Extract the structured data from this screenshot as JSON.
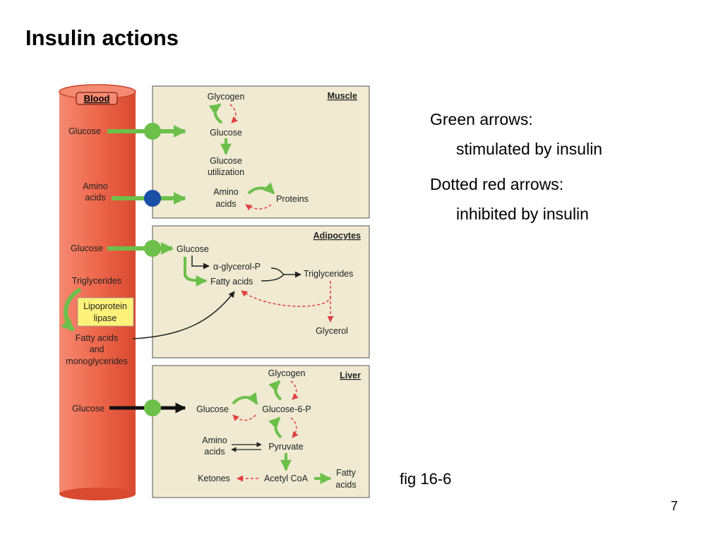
{
  "slide": {
    "title": "Insulin actions",
    "legend": {
      "green_heading": "Green arrows:",
      "green_text": "stimulated by insulin",
      "red_heading": "Dotted red arrows:",
      "red_text": "inhibited by insulin"
    },
    "caption": "fig 16-6",
    "page_number": "7"
  },
  "colors": {
    "green": "#6cc04a",
    "red": "#e04040",
    "panel": "#f0ead2",
    "vessel": "#ef6a4e",
    "blue_dot": "#1a4fa6",
    "yellow_box": "#fff27a"
  },
  "figure": {
    "blood": {
      "label": "Blood",
      "glucose_1": "Glucose",
      "amino_1": "Amino",
      "amino_2": "acids",
      "glucose_2": "Glucose",
      "triglycerides": "Triglycerides",
      "lipase_1": "Lipoprotein",
      "lipase_2": "lipase",
      "fa_1": "Fatty acids",
      "fa_2": "and",
      "fa_3": "monoglycerides",
      "glucose_3": "Glucose"
    },
    "muscle": {
      "title": "Muscle",
      "glycogen": "Glycogen",
      "glucose": "Glucose",
      "util_1": "Glucose",
      "util_2": "utilization",
      "amino_1": "Amino",
      "amino_2": "acids",
      "proteins": "Proteins"
    },
    "adipocytes": {
      "title": "Adipocytes",
      "glucose": "Glucose",
      "glycerol_p": "α-glycerol-P",
      "fatty_acids": "Fatty acids",
      "triglycerides": "Triglycerides",
      "glycerol": "Glycerol"
    },
    "liver": {
      "title": "Liver",
      "glycogen": "Glycogen",
      "glucose": "Glucose",
      "g6p": "Glucose-6-P",
      "amino_1": "Amino",
      "amino_2": "acids",
      "pyruvate": "Pyruvate",
      "ketones": "Ketones",
      "acetyl": "Acetyl CoA",
      "fa_1": "Fatty",
      "fa_2": "acids"
    }
  }
}
